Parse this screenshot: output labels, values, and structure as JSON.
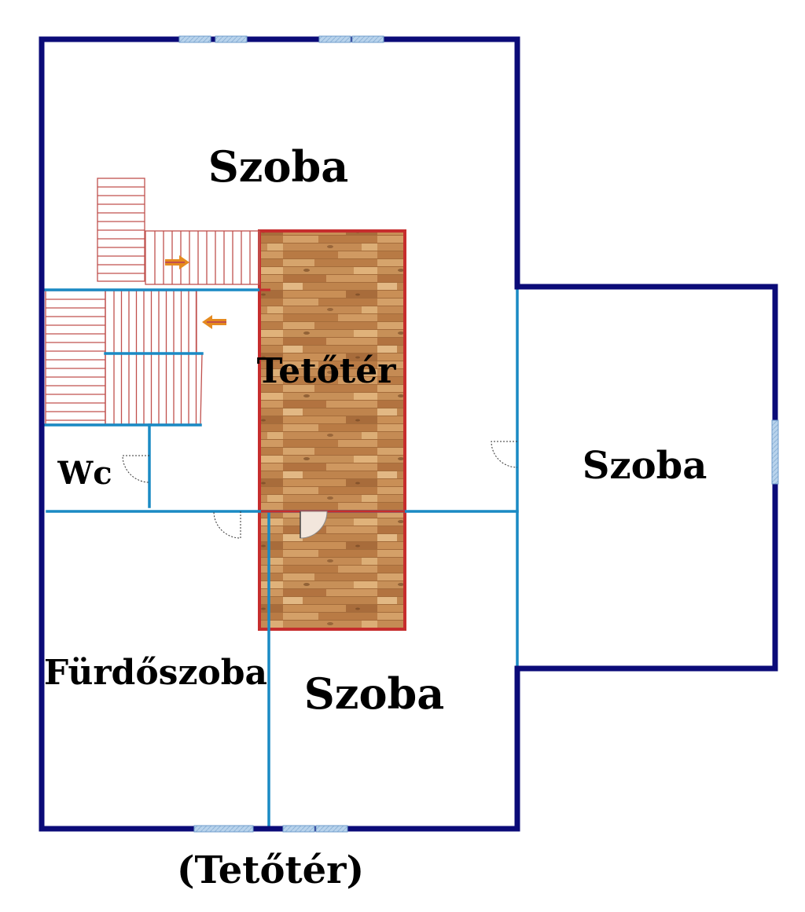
{
  "plan": {
    "rooms": {
      "top_room": "Szoba",
      "attic": "Tetőtér",
      "wc": "Wc",
      "right_room": "Szoba",
      "bathroom": "Fürdőszoba",
      "bottom_room": "Szoba"
    },
    "caption": "(Tetőtér)"
  },
  "colors": {
    "outer_wall": "#0b0b78",
    "inner_wall": "#1a8ac4",
    "window": "#a9c8e6",
    "stairs": "#c0504d",
    "attic_outline": "#c62d2d",
    "wood": "#c48a52",
    "arrow": "#e58a1f"
  }
}
